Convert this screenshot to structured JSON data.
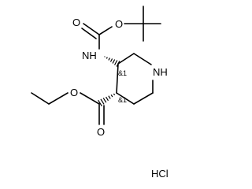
{
  "molecule": {
    "atoms": {
      "carbonyl_o": "O",
      "ester_o": "O",
      "nh": "NH",
      "ring_nh": "NH",
      "ester_carbonyl_o": "O",
      "ester_o2": "O",
      "salt": "HCl"
    },
    "stereo_labels": {
      "c3": "&1",
      "c4": "&1"
    }
  }
}
